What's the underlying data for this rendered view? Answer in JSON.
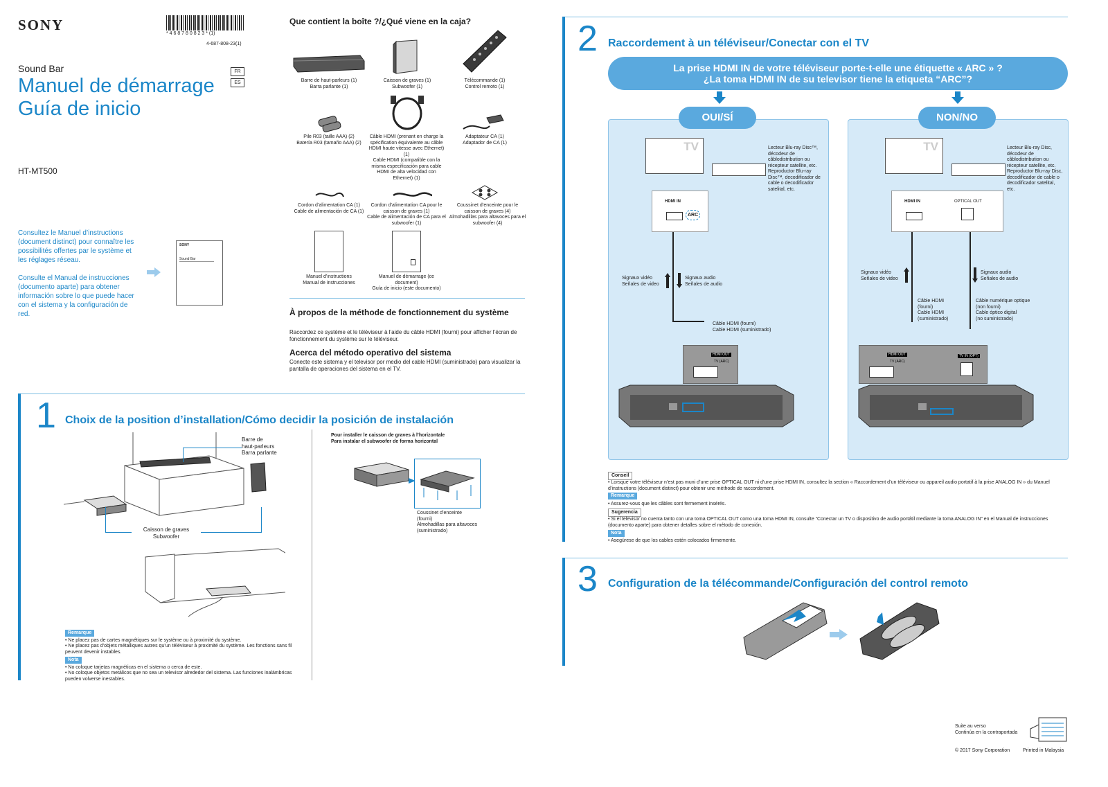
{
  "header": {
    "brand": "SONY",
    "barcode_number": "* 4 6 8 7 8 0 8 2 3 * (1)",
    "doc_number": "4-687-808-23(1)",
    "product_type": "Sound Bar",
    "title_fr": "Manuel de démarrage",
    "title_es": "Guía de inicio",
    "lang_fr": "FR",
    "lang_es": "ES",
    "model": "HT-MT500"
  },
  "intro": {
    "fr": "Consultez le Manuel d’instructions (document distinct) pour connaître les possibilités offertes par le système et les réglages réseau.",
    "es": "Consulte el Manual de instrucciones (documento aparte) para obtener información sobre lo que puede hacer con el sistema y la configuración de red.",
    "booklet_brand": "SONY",
    "booklet_label": "Sound Bar"
  },
  "box": {
    "title": "Que contient la boîte ?/¿Qué viene en la caja?",
    "items": [
      "Barre de haut-parleurs (1)\nBarra parlante (1)",
      "Caisson de graves (1)\nSubwoofer (1)",
      "Télécommande (1)\nControl remoto (1)",
      "Pile R03 (taille AAA) (2)\nBatería R03 (tamaño AAA) (2)",
      "Câble HDMI (prenant en charge la spécification équivalente au câble HDMI haute vitesse avec Ethernet) (1)\nCable HDMI (compatible con la misma especificación para cable HDMI de alta velocidad con Ethernet) (1)",
      "Adaptateur CA (1)\nAdaptador de CA (1)",
      "Cordon d’alimentation CA (1)\nCable de alimentación de CA (1)",
      "Cordon d’alimentation CA pour le caisson de graves (1)\nCable de alimentación de CA para el subwoofer (1)",
      "Coussinet d’enceinte pour le caisson de graves (4)\nAlmohadillas para altavoces para el subwoofer (4)",
      "Manuel d’instructions\nManual de instrucciones",
      "Manuel de démarrage (ce document)\nGuía de inicio (este documento)"
    ]
  },
  "about": {
    "title_fr": "À propos de la méthode de fonctionnement du système",
    "text_fr": "Raccordez ce système et le téléviseur à l’aide du câble HDMI (fourni) pour afficher l’écran de fonctionnement du système sur le téléviseur.",
    "title_es": "Acerca del método operativo del sistema",
    "text_es": "Conecte este sistema y el televisor por medio del cable HDMI (suministrado) para visualizar la pantalla de operaciones del sistema en el TV."
  },
  "step1": {
    "number": "1",
    "title": "Choix de la position d’installation/Cómo decidir la posición de instalación",
    "soundbar_label": "Barre de\nhaut-parleurs\nBarra parlante",
    "subwoofer_label": "Caisson de graves\nSubwoofer",
    "horizontal_title": "Pour installer le caisson de graves à l’horizontale\nPara instalar el subwoofer de forma horizontal",
    "pad_label": "Coussinet d’enceinte\n(fourni)\nAlmohadillas para altavoces\n(suministrado)",
    "remarque_tag": "Remarque",
    "remarque_items": [
      "• Ne placez pas de cartes magnétiques sur le système ou à proximité du système.",
      "• Ne placez pas d’objets métalliques autres qu’un téléviseur à proximité du système. Les fonctions sans fil peuvent devenir instables."
    ],
    "nota_tag": "Nota",
    "nota_items": [
      "• No coloque tarjetas magnéticas en el sistema o cerca de este.",
      "• No coloque objetos metálicos que no sea un televisor alrededor del sistema. Las funciones inalámbricas pueden volverse inestables."
    ]
  },
  "step2": {
    "number": "2",
    "title": "Raccordement à un téléviseur/Conectar con el TV",
    "question": "La prise HDMI IN de votre téléviseur porte-t-elle une étiquette « ARC » ?\n¿La toma HDMI IN de su televisor tiene la etiqueta “ARC”?",
    "yes": "OUI/SÍ",
    "no": "NON/NO",
    "tv_label": "TV",
    "hdmi_in": "HDMI IN",
    "arc": "ARC",
    "optical_out": "OPTICAL OUT",
    "hdmi_out": "HDMI OUT",
    "tv_arc": "TV (ARC)",
    "tv_in_opt": "TV IN (OPT)",
    "player_yes": "Lecteur Blu-ray Disc™, décodeur de câblodistribution ou récepteur satellite, etc.\nReproductor Blu-ray Disc™, decodificador de cable o decodificador satelital, etc.",
    "player_no": "Lecteur Blu-ray Disc, décodeur de câblodistribution ou récepteur satellite, etc.\nReproductor Blu-ray Disc, decodificador de cable o decodificador satelital, etc.",
    "video_signals": "Signaux vidéo\nSeñales de video",
    "audio_signals": "Signaux audio\nSeñales de audio",
    "hdmi_cable_yes": "Câble HDMI (fourni)\nCable HDMI (suministrado)",
    "hdmi_cable_no": "Câble HDMI\n(fourni)\nCable HDMI\n(suministrado)",
    "optical_cable": "Câble numérique optique\n(non fourni)\nCable óptico digital\n(no suministrado)",
    "conseil_tag": "Conseil",
    "conseil_text": "• Lorsque votre téléviseur n’est pas muni d’une prise OPTICAL OUT ni d’une prise HDMI IN, consultez la section « Raccordement d’un téléviseur ou appareil audio portatif à la prise ANALOG IN » du Manuel d’instructions (document distinct) pour obtenir une méthode de raccordement.",
    "remarque_tag": "Remarque",
    "remarque_text": "• Assurez-vous que les câbles sont fermement insérés.",
    "sugerencia_tag": "Sugerencia",
    "sugerencia_text": "• Si el televisor no cuenta tanto con una toma OPTICAL OUT como una toma HDMI IN, consulte “Conectar un TV o dispositivo de audio portátil mediante la toma ANALOG IN” en el Manual de instrucciones (documento aparte) para obtener detalles sobre el método de conexión.",
    "nota_tag": "Nota",
    "nota_text": "• Asegúrese de que los cables estén colocados firmemente."
  },
  "step3": {
    "number": "3",
    "title": "Configuration de la télécommande/Configuración del control remoto"
  },
  "footer": {
    "continue": "Suite au verso\nContinúa en la contraportada",
    "copyright": "© 2017 Sony Corporation",
    "printed": "Printed in Malaysia"
  },
  "colors": {
    "accent": "#1b86c8",
    "panel": "#d6eaf8",
    "pill": "#5aa9de"
  }
}
